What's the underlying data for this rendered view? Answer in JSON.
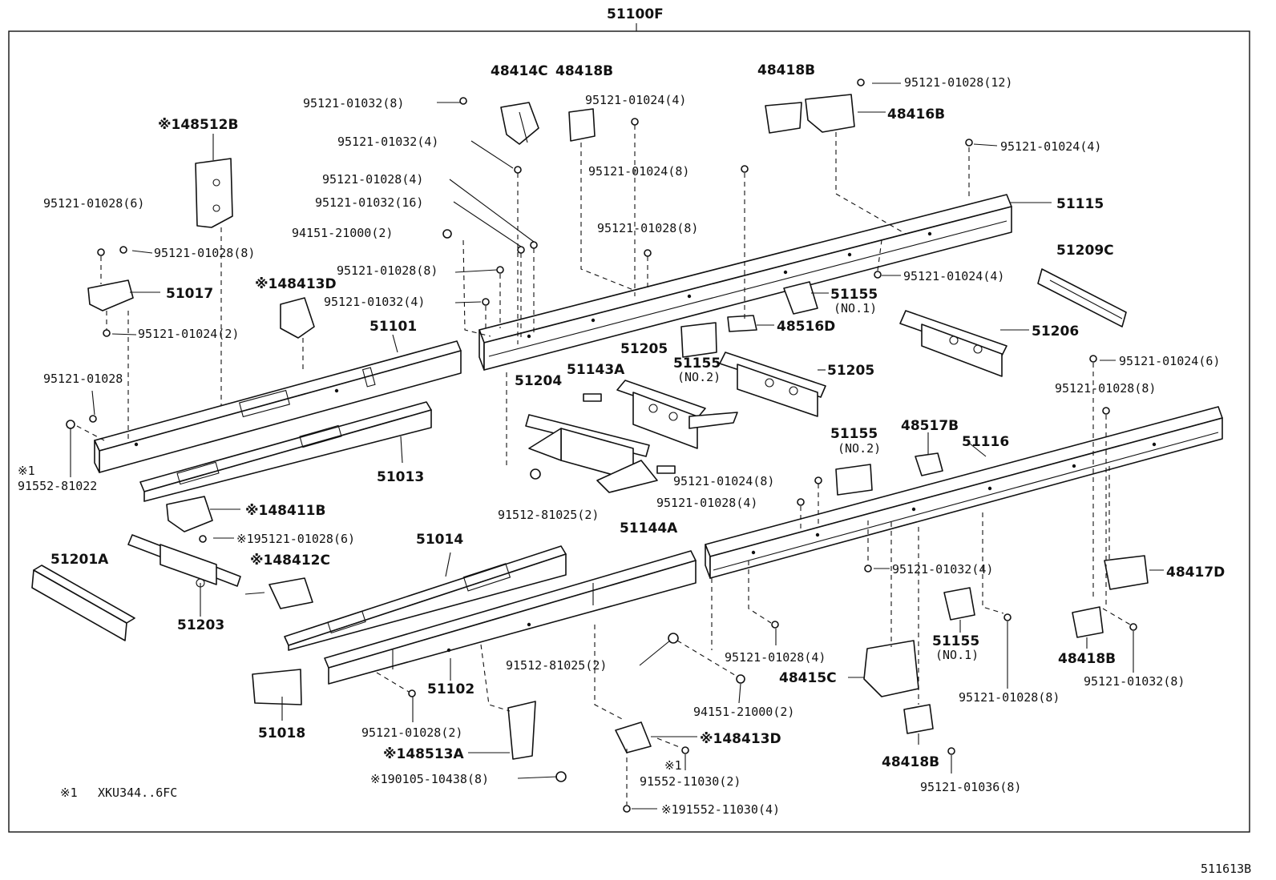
{
  "diagram": {
    "assembly_label": "51100F",
    "figure_code": "511613B",
    "footnote_mark": "※1",
    "footnote_text": "XKU344..6FC"
  },
  "callouts": {
    "p48414C": "48414C",
    "p48418B_top": "48418B",
    "p48418B_tr": "48418B",
    "p48416B": "48416B",
    "b95121_01032_8_top": "95121-01032(8)",
    "b95121_01024_4_top": "95121-01024(4)",
    "b95121_01028_12": "95121-01028(12)",
    "p48512B": "※148512B",
    "b95121_01032_4_top": "95121-01032(4)",
    "b95121_01024_4_right": "95121-01024(4)",
    "b95121_01028_4_a": "95121-01028(4)",
    "b95121_01024_8_top": "95121-01024(8)",
    "b95121_01032_16": "95121-01032(16)",
    "p51115": "51115",
    "b95121_01028_6": "95121-01028(6)",
    "n94151_21000_2_top": "94151-21000(2)",
    "b95121_01028_8_mid": "95121-01028(8)",
    "b95121_01028_8_left": "95121-01028(8)",
    "p51209C": "51209C",
    "b95121_01028_8_c": "95121-01028(8)",
    "p48413D_top": "※148413D",
    "b95121_01024_4_mid": "95121-01024(4)",
    "p51017": "51017",
    "p51155_top": "51155",
    "p51155_top_no": "(NO.1)",
    "b95121_01032_4_mid": "95121-01032(4)",
    "b95121_01024_2": "95121-01024(2)",
    "p48516D": "48516D",
    "p51101": "51101",
    "p51206": "51206",
    "p51205_a": "51205",
    "p51155_mid": "51155",
    "p51155_mid_no": "(NO.2)",
    "p51205_b": "51205",
    "b95121_01024_6": "95121-01024(6)",
    "p51204": "51204",
    "p51143A": "51143A",
    "b95121_01028_single": "95121-01028",
    "b95121_01028_8_right": "95121-01028(8)",
    "p51155_lower": "51155",
    "p51155_lower_no": "(NO.2)",
    "p48517B": "48517B",
    "p51116": "51116",
    "b91552_81022_mark": "※1",
    "b91552_81022": "91552-81022",
    "p51013": "51013",
    "b95121_01024_8_mid": "95121-01024(8)",
    "b95121_01028_4_b": "95121-01028(4)",
    "b91512_81025_2_top": "91512-81025(2)",
    "p48411B": "※148411B",
    "p51144A": "51144A",
    "b95121_01028_6_mark": "※195121-01028(6)",
    "p51014": "51014",
    "p48412C": "※148412C",
    "p51201A": "51201A",
    "b95121_01032_4_right": "95121-01032(4)",
    "p48417D": "48417D",
    "p51203": "51203",
    "b95121_01028_4_low": "95121-01028(4)",
    "p51155_low": "51155",
    "p51155_low_no": "(NO.1)",
    "b91512_81025_2_low": "91512-81025(2)",
    "p48415C": "48415C",
    "p48418B_low": "48418B",
    "b95121_01032_8_low": "95121-01032(8)",
    "p51102": "51102",
    "n94151_21000_2_low": "94151-21000(2)",
    "b95121_01028_8_low": "95121-01028(8)",
    "p51018": "51018",
    "b95121_01028_2": "95121-01028(2)",
    "p48413D_low": "※148413D",
    "p48513A": "※148513A",
    "b91552_11030_mark": "※1",
    "b91552_11030_2": "91552-11030(2)",
    "p48418B_bottom": "48418B",
    "b95121_01036_8": "95121-01036(8)",
    "b90105_10438_8": "※190105-10438(8)",
    "b91552_11030_4": "※191552-11030(4)"
  }
}
